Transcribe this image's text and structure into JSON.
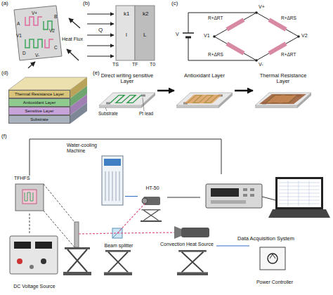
{
  "diagram": {
    "nodes": [
      {
        "text": [
          "Thermal Resistance Layer"
        ]
      },
      {
        "text": [
          "Antioxidant Layer"
        ]
      },
      {
        "text": [
          "Sensitive Layer"
        ]
      },
      {
        "text": [
          "Substrate"
        ]
      },
      {
        "text": [
          "Direct writing sensitive Layer"
        ]
      },
      {
        "text": [
          "Antioxidant Layer"
        ]
      },
      {
        "text": [
          "Thermal Resistance Layer"
        ]
      },
      {
        "text": [
          "TFHFS"
        ]
      },
      {
        "text": [
          "DC Voltage Source"
        ]
      },
      {
        "text": [
          "Water-cooling Machine"
        ]
      },
      {
        "text": [
          "HT-50"
        ]
      },
      {
        "text": [
          "Beam splitter"
        ]
      },
      {
        "text": [
          "Convection Heat Source"
        ]
      },
      {
        "text": [
          "Power Controller"
        ]
      },
      {
        "text": [
          "Data Acquisition System"
        ]
      }
    ],
    "edges": [
      {
        "from": 4,
        "to": 5,
        "arrow": "to"
      },
      {
        "from": 5,
        "to": 6,
        "arrow": "to"
      },
      {
        "from": 7,
        "to": 14,
        "arrow": "none"
      },
      {
        "from": 9,
        "to": 10,
        "arrow": "none"
      },
      {
        "from": 10,
        "to": 14,
        "arrow": "none"
      },
      {
        "from": 12,
        "to": 13,
        "arrow": "none"
      },
      {
        "from": 8,
        "to": 7,
        "arrow": "none"
      }
    ],
    "labels": [
      "(a)",
      "V+",
      "A",
      "B",
      "V1",
      "V2",
      "C",
      "D",
      "V-",
      "Heat Flux",
      "(b)",
      "Q",
      "k1",
      "k2",
      "l",
      "L",
      "TS",
      "TF",
      "T0",
      "(c)",
      "V",
      "V+",
      "V1",
      "V2",
      "V-",
      "R+ΔRT",
      "R+ΔRS",
      "R+ΔRS",
      "R+ΔRT",
      "(d)",
      "(e)",
      "Substrate",
      "Pt lead",
      "(f)"
    ]
  }
}
